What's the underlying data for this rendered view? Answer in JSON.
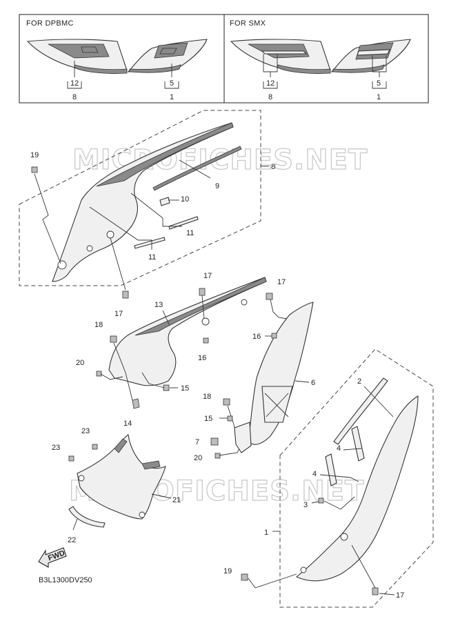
{
  "header": {
    "left_title": "FOR DPBMC",
    "right_title": "FOR SMX",
    "left_callouts": {
      "a_top": "12",
      "a_bot": "8",
      "b_top": "5",
      "b_bot": "1"
    },
    "right_callouts": {
      "a_top": "12",
      "a_bot": "8",
      "b_top": "5",
      "b_bot": "1"
    }
  },
  "watermark": "MICROFICHES.NET",
  "diagram_code": "B3L1300DV250",
  "fwd_label": "FWD",
  "callouts": {
    "c19a": "19",
    "c8": "8",
    "c9": "9",
    "c10": "10",
    "c11a": "11",
    "c11b": "11",
    "c17a": "17",
    "c17b": "17",
    "c17c": "17",
    "c13": "13",
    "c18a": "18",
    "c16a": "16",
    "c16b": "16",
    "c20a": "20",
    "c15a": "15",
    "c14": "14",
    "c6": "6",
    "c2": "2",
    "c18b": "18",
    "c15b": "15",
    "c7": "7",
    "c20b": "20",
    "c23a": "23",
    "c23b": "23",
    "c4a": "4",
    "c4b": "4",
    "c21": "21",
    "c3": "3",
    "c1": "1",
    "c22": "22",
    "c19b": "19",
    "c17d": "17"
  }
}
